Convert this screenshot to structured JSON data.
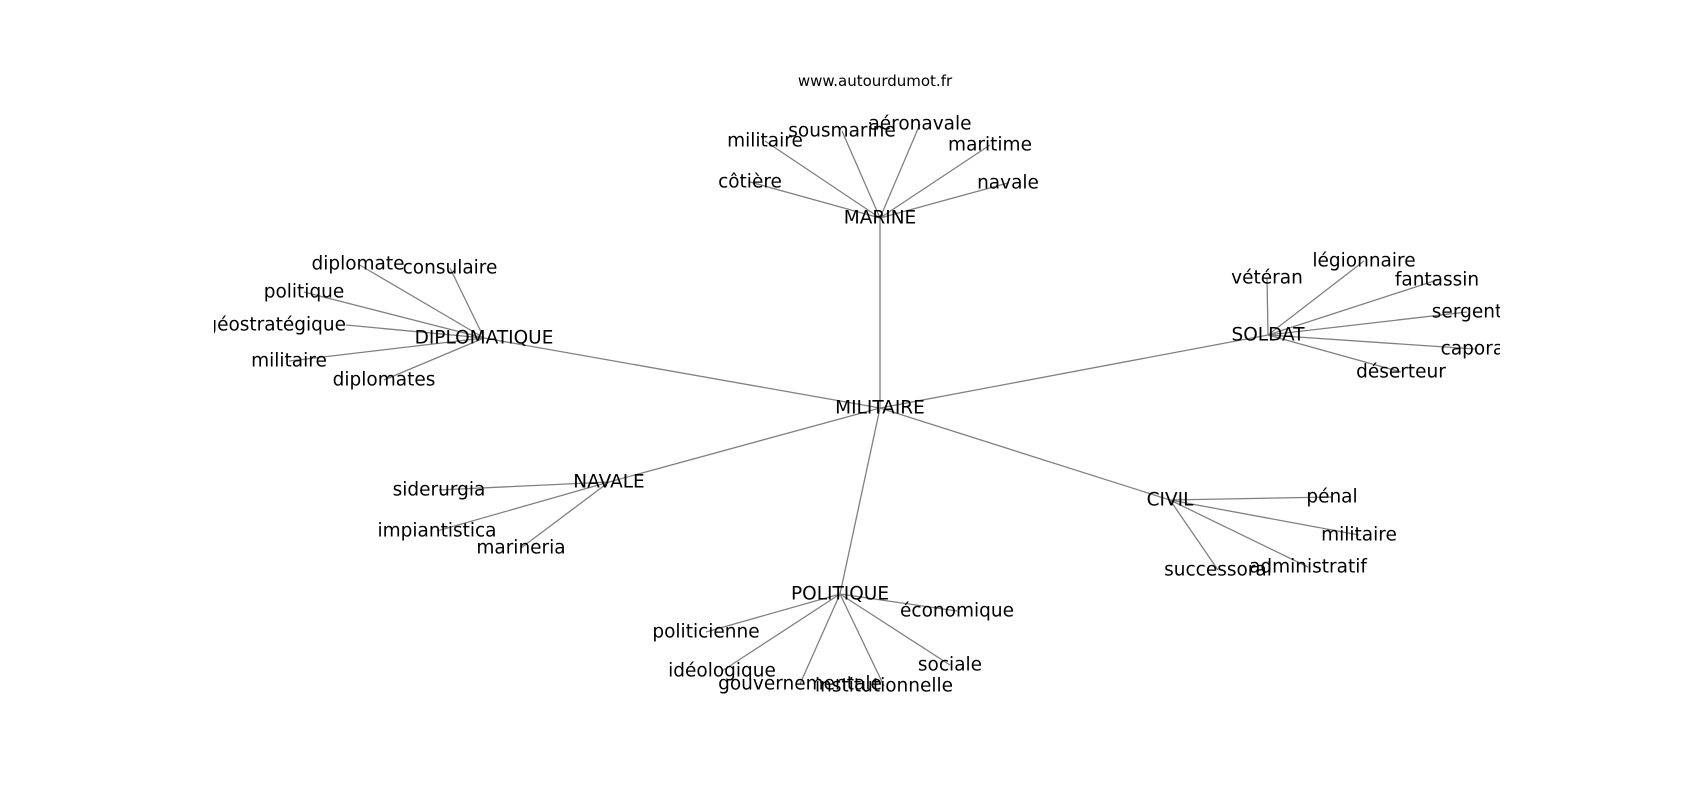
{
  "source": "www.autourdumot.fr",
  "root": "MILITAIRE",
  "groups": [
    {
      "label": "MARINE",
      "words": [
        "côtière",
        "militaire",
        "sousmarine",
        "aéronavale",
        "maritime",
        "navale"
      ]
    },
    {
      "label": "DIPLOMATIQUE",
      "words": [
        "diplomate",
        "consulaire",
        "politique",
        "géostratégique",
        "militaire",
        "diplomates"
      ]
    },
    {
      "label": "SOLDAT",
      "words": [
        "vétéran",
        "légionnaire",
        "fantassin",
        "sergent",
        "caporal",
        "déserteur"
      ]
    },
    {
      "label": "NAVALE",
      "words": [
        "siderurgia",
        "impiantistica",
        "marineria"
      ]
    },
    {
      "label": "CIVIL",
      "words": [
        "pénal",
        "militaire",
        "administratif",
        "successoral"
      ]
    },
    {
      "label": "POLITIQUE",
      "words": [
        "économique",
        "politicienne",
        "idéologique",
        "gouvernementale",
        "institutionnelle",
        "sociale"
      ]
    }
  ]
}
